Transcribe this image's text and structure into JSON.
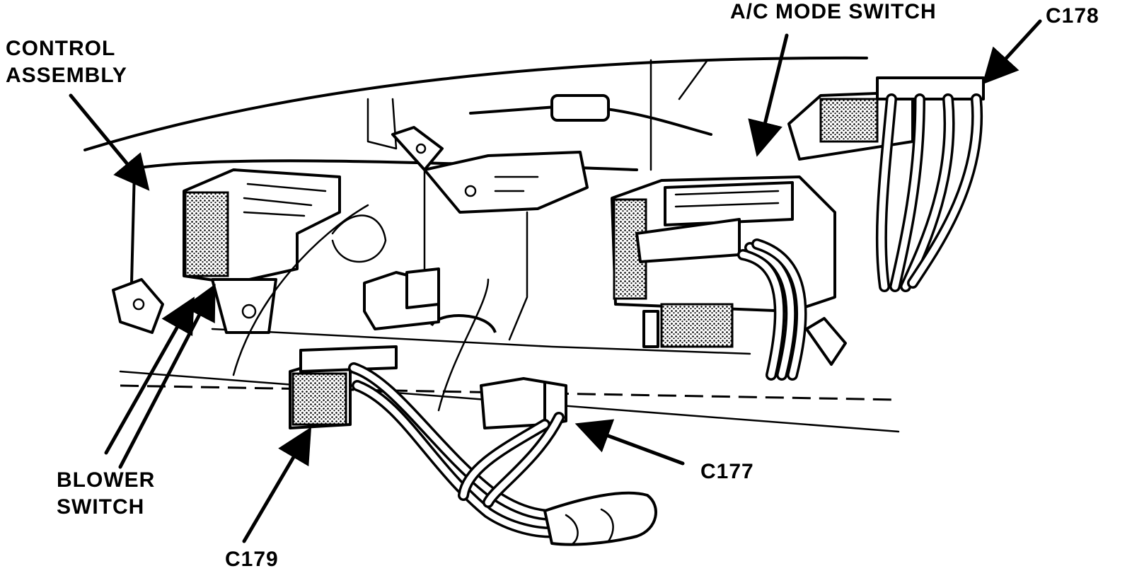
{
  "labels": {
    "control_assembly_line1": "CONTROL",
    "control_assembly_line2": "ASSEMBLY",
    "ac_mode_switch": "A/C MODE SWITCH",
    "c178": "C178",
    "blower_switch_line1": "BLOWER",
    "blower_switch_line2": "SWITCH",
    "c179": "C179",
    "c177": "C177"
  }
}
